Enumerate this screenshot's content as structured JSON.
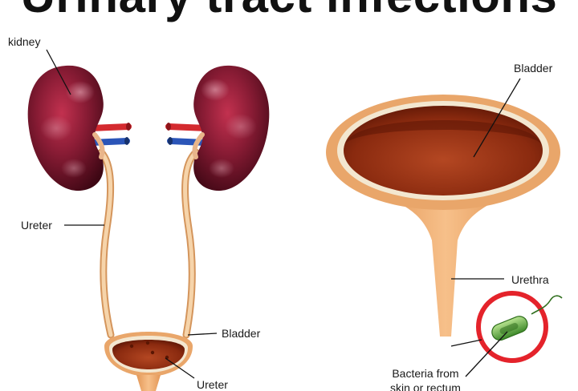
{
  "title": "Urinary tract infections",
  "labels": {
    "kidney": "kidney",
    "ureter_left": "Ureter",
    "bladder_small": "Bladder",
    "ureter_bottom": "Ureter",
    "bladder_big": "Bladder",
    "urethra": "Urethra",
    "bacteria_line1": "Bacteria from",
    "bacteria_line2": "skin or rectum"
  },
  "colors": {
    "kidney": "#8a1c35",
    "ureter": "#ecc08e",
    "artery": "#d42a2f",
    "vein": "#2b55b8",
    "bladder_wall": "#e9a66a",
    "bladder_inner": "#8e2a0f",
    "bacteria_ring": "#e4232b",
    "bacterium": "#5aa83f"
  }
}
